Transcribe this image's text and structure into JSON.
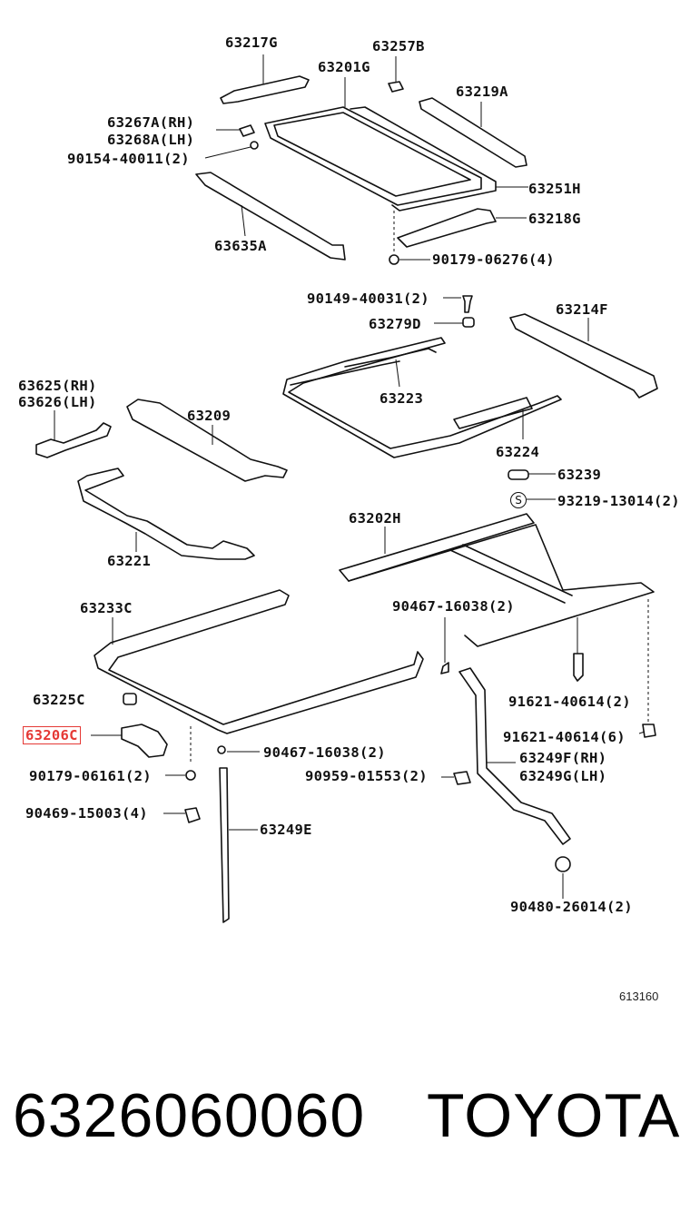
{
  "labels": {
    "l63217G": "63217G",
    "l63257B": "63257B",
    "l63201G": "63201G",
    "l63219A": "63219A",
    "l63267A": "63267A(RH)",
    "l63268A": "63268A(LH)",
    "l90154": "90154-40011(2)",
    "l63251H": "63251H",
    "l63218G": "63218G",
    "l63635A": "63635A",
    "l90179a": "90179-06276(4)",
    "l90149": "90149-40031(2)",
    "l63214F": "63214F",
    "l63279D": "63279D",
    "l63625": "63625(RH)",
    "l63626": "63626(LH)",
    "l63209": "63209",
    "l63223": "63223",
    "l63224": "63224",
    "l63239": "63239",
    "l93219": "93219-13014(2)",
    "l63202H": "63202H",
    "l63221": "63221",
    "l90467a": "90467-16038(2)",
    "l63233C": "63233C",
    "l91621a": "91621-40614(2)",
    "l63225C": "63225C",
    "l91621b": "91621-40614(6)",
    "l63206C": "63206C",
    "l90467b": "90467-16038(2)",
    "l63249F": "63249F(RH)",
    "l63249G": "63249G(LH)",
    "l90179b": "90179-06161(2)",
    "l90959": "90959-01553(2)",
    "l90469": "90469-15003(4)",
    "l63249E": "63249E",
    "l90480": "90480-26014(2)"
  },
  "s_symbol": "S",
  "diagram_code": "613160",
  "part_number": "6326060060",
  "brand": "TOYOTA",
  "highlight_color": "#e53935"
}
